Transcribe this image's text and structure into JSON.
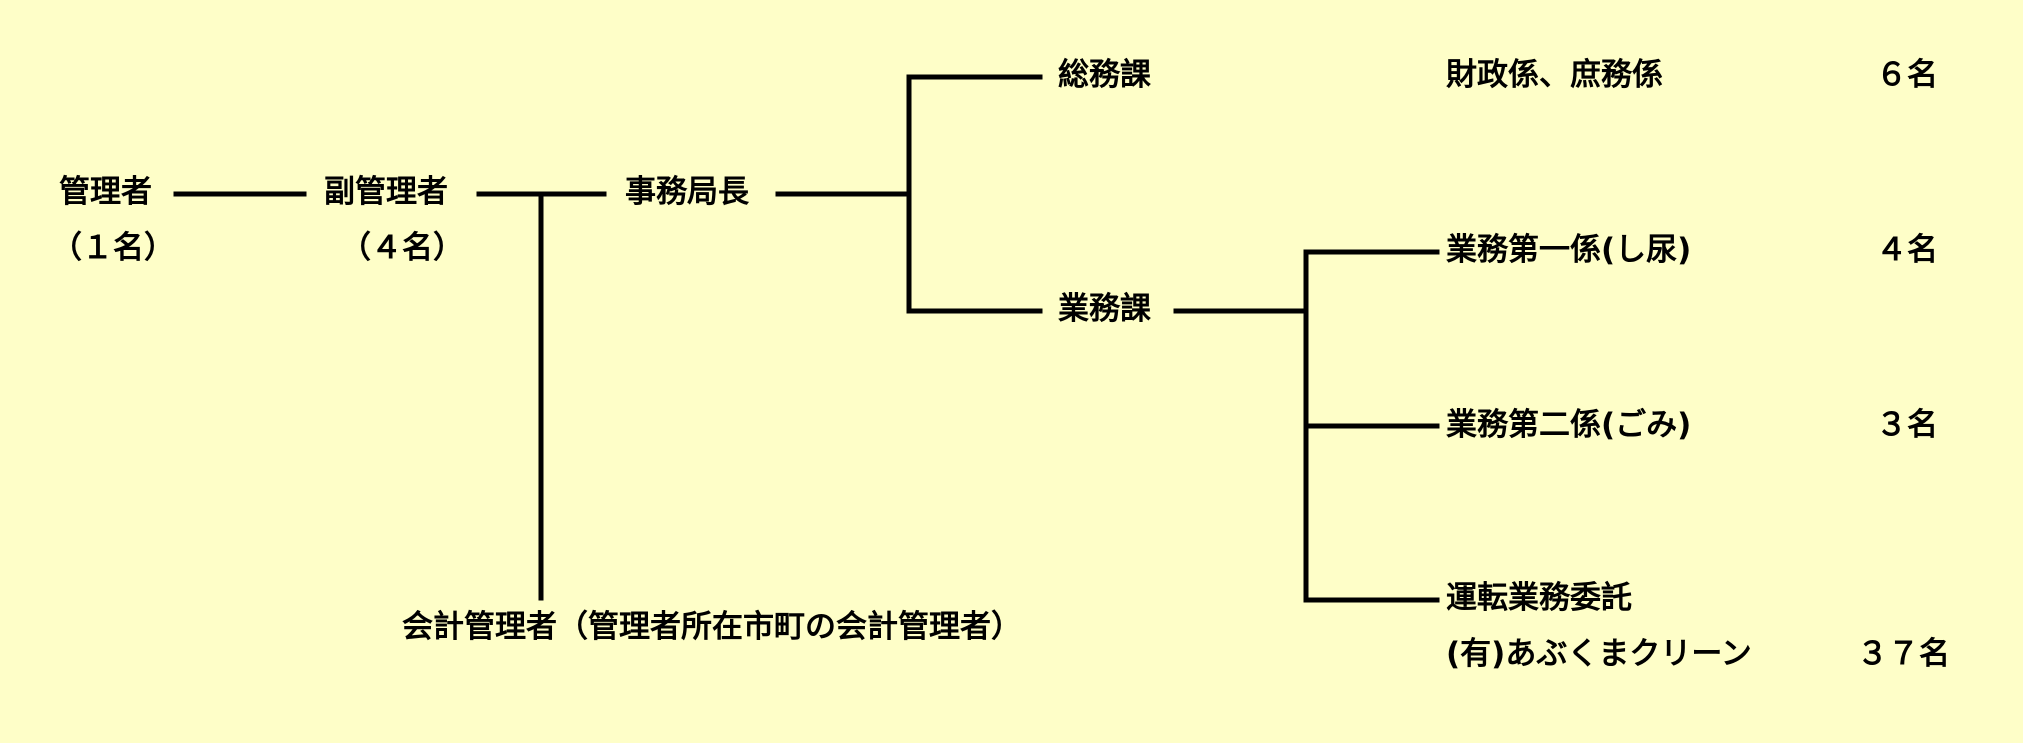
{
  "org_chart": {
    "manager": {
      "title": "管理者",
      "count": "（１名）"
    },
    "deputy_manager": {
      "title": "副管理者",
      "count": "（４名）"
    },
    "secretary_general": {
      "title": "事務局長"
    },
    "accounting_manager": {
      "title": "会計管理者（管理者所在市町の会計管理者）"
    },
    "general_affairs_section": {
      "title": "総務課",
      "subunits": "財政係、庶務係",
      "count": "６名"
    },
    "operations_section": {
      "title": "業務課",
      "units": [
        {
          "title": "業務第一係(し尿)",
          "count": "４名"
        },
        {
          "title": "業務第二係(ごみ)",
          "count": "３名"
        },
        {
          "title": "運転業務委託",
          "subtitle": "(有)あぶくまクリーン",
          "count": "３７名"
        }
      ]
    }
  }
}
